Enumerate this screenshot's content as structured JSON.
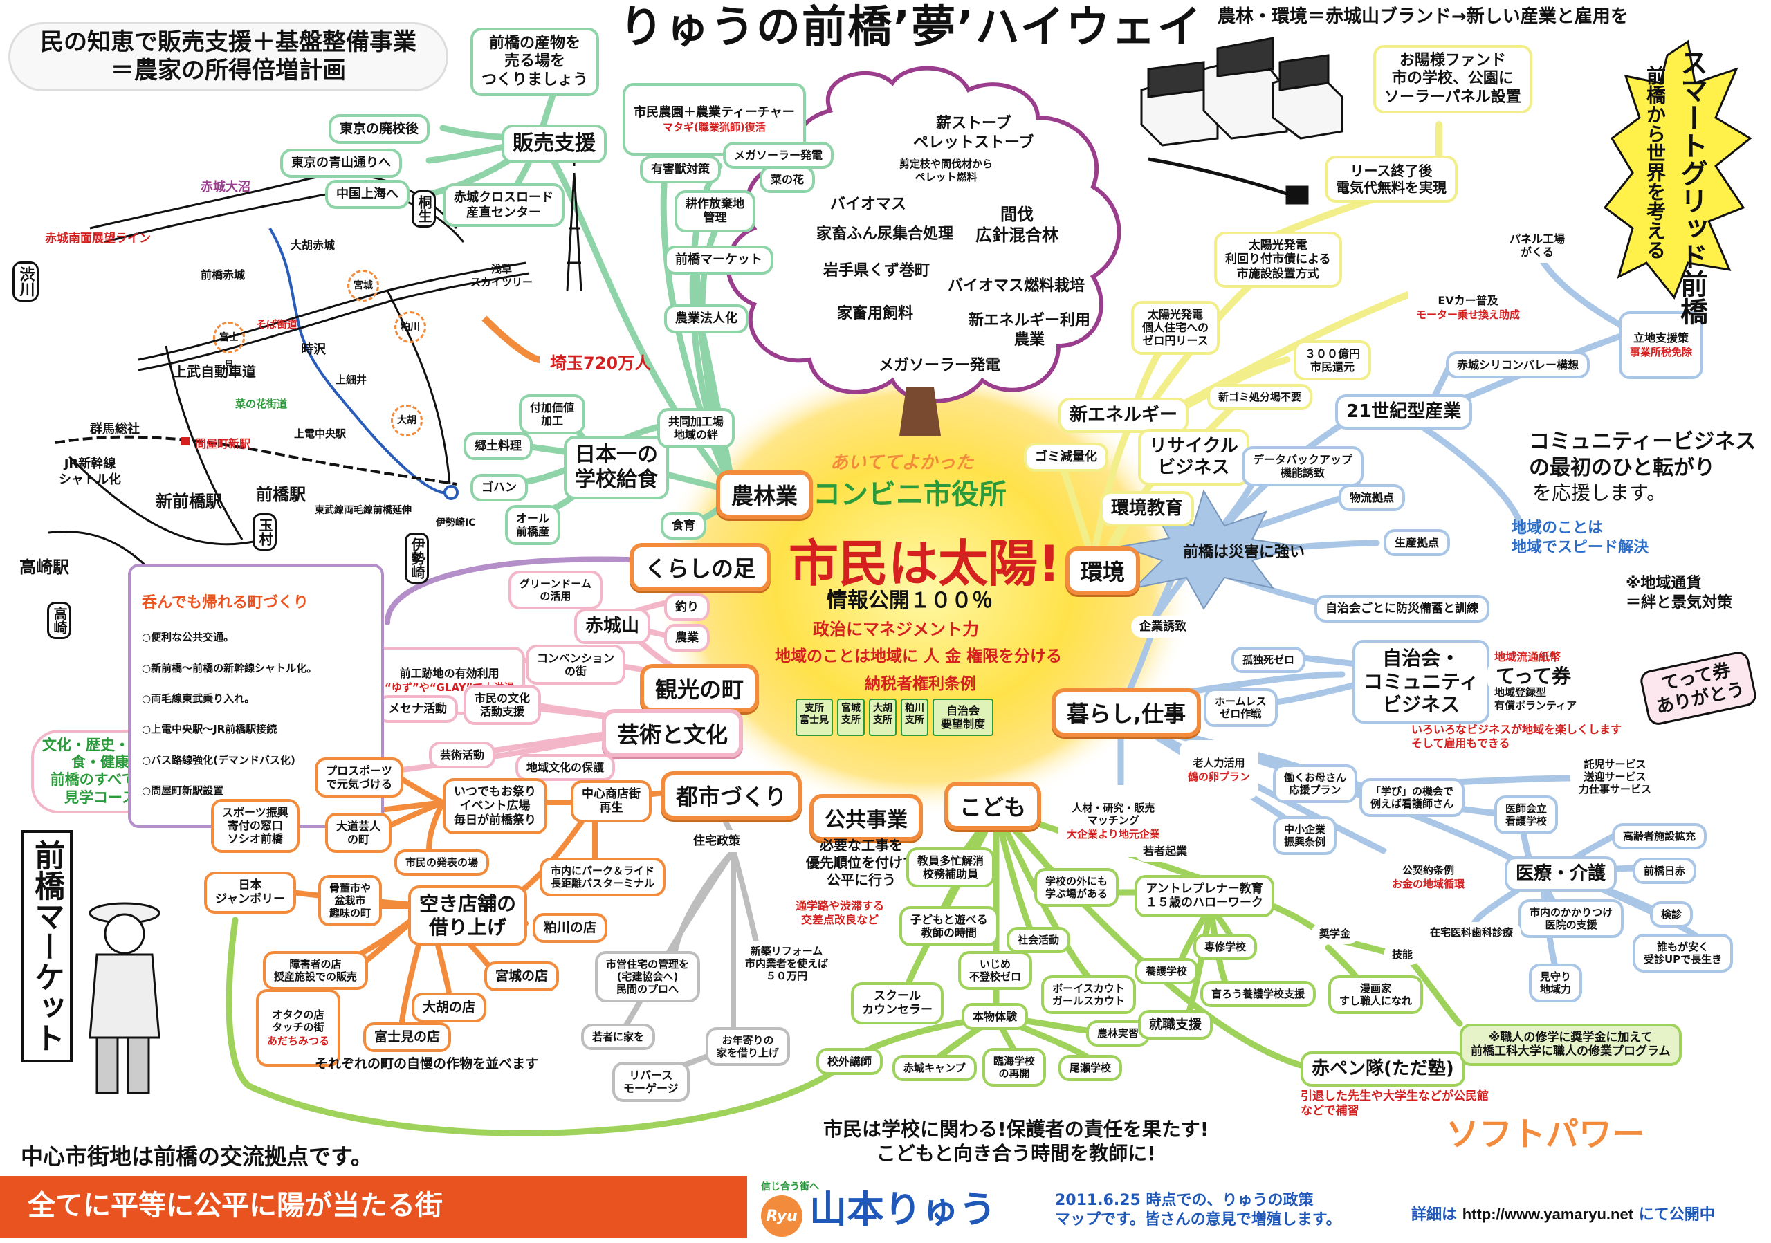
{
  "title": "りゅうの前橋’夢’ハイウェイ",
  "top_right_header": "農林・環境＝赤城山ブランド→新しい産業と雇用を",
  "top_left_box": "民の知恵で販売支援＋基盤整備事業\n＝農家の所得倍増計画",
  "center": {
    "line1": "あいててよかった",
    "line2": "コンビニ市役所",
    "main": "市民は太陽!",
    "sub1": "情報公開１００％",
    "sub2": "政治にマネジメント力",
    "sub3": "地域のことは地域に 人 金 権限を分ける",
    "sub4": "納税者権利条例",
    "branches": [
      "支所\n富士見",
      "宮城\n支所",
      "大胡\n支所",
      "粕川\n支所",
      "自治会\n要望制度"
    ]
  },
  "hubs": {
    "agri": "農林業",
    "kurashi": "くらしの足",
    "kanko": "観光の町",
    "geijutsu": "芸術と文化",
    "toshi": "都市づくり",
    "koukyo": "公共事業",
    "kodomo": "こども",
    "kurashi_shigoto": "暮らし,仕事",
    "kankyo": "環境",
    "hanbai": "販売支援",
    "kyushoku": "日本一の\n学校給食",
    "seiki21": "21世紀型産業",
    "jichikai": "自治会・\nコミュニティ\nビジネス",
    "tette": "てって券",
    "iryo": "医療・介護",
    "akapen": "赤ペン隊(ただ塾)",
    "shinene": "新エネルギー",
    "recycle": "リサイクル\nビジネス",
    "kankyo_kyoiku": "環境教育",
    "akagiyama": "赤城山",
    "akiten": "空き店舗の\n借り上げ"
  },
  "cloud_items": [
    "薪ストーブ\nペレットストーブ",
    "剪定枝や間伐材から\nペレット燃料",
    "バイオマス",
    "家畜ふん尿集合処理",
    "間伐\n広針混合林",
    "岩手県くず巻町",
    "バイオマス燃料栽培",
    "家畜用飼料",
    "新エネルギー利用\n農業",
    "メガソーラー発電"
  ],
  "nodes": {
    "sanbutsu": "前橋の産物を\n売る場を\nつくりましょう",
    "haikou": "東京の廃校後",
    "aoyama": "東京の青山通りへ",
    "shanghai": "中国上海へ",
    "crossroad": "赤城クロスロード\n産直センター",
    "shimin_nouen": "市民農園＋農業ティーチャー",
    "matagi": "マタギ(職業猟師)復活",
    "yugai": "有害獣対策",
    "megasolar_hana": "メガソーラー発電",
    "nanohana": "菜の花",
    "kousaku": "耕作放棄地\n管理",
    "maebashi_market": "前橋マーケット",
    "nougyo_houjin": "農業法人化",
    "fuka": "付加価値\n加工",
    "kyodo": "共同加工場\n地域の絆",
    "kyodo_ryori": "郷土料理",
    "gohan": "ゴハン",
    "all_maebashi": "オール\n前橋産",
    "shokuiku": "食育",
    "green_dome": "グリーンドーム\nの活用",
    "tsuri": "釣り",
    "nougyo": "農業",
    "convention": "コンベンション\nの街",
    "mae_kouji": "前工跡地の有効利用",
    "mae_kouji_sub": "“ゆず”や“GLAY”で大洪湯",
    "mecenat": "メセナ活動",
    "bunka_shien": "市民の文化\n活動支援",
    "geijutsu_katsudo": "芸術活動",
    "chiiki_bunka": "地域文化の保護",
    "bunka_rekishi": "文化・歴史・環境\n食・健康\n前橋のすべてが\n見学コース",
    "pro_sports": "プロスポーツ\nで元気づける",
    "itsumo_matsuri": "いつでもお祭り\nイベント広場\n毎日が前橋祭り",
    "chushin_shotengai": "中心商店街\n再生",
    "sports_kifu": "スポーツ振興\n寄付の窓口\nソシオ前橋",
    "daidou": "大道芸人\nの町",
    "hatsubyou": "市民の発表の場",
    "park_ride": "市内にパーク＆ライド\n長距離バスターミナル",
    "jamboree": "日本\nジャンボリー",
    "kottou": "骨董市や\n盆栽市\n趣味の町",
    "shougai": "障害者の店\n授産施設での販売",
    "otaku": "オタクの店\nタッチの街",
    "atachimitsuru": "あだちみつる",
    "kasukawa_ten": "粕川の店",
    "miyagi_ten": "宮城の店",
    "ogo_ten": "大胡の店",
    "fujimi_ten": "富士見の店",
    "jiman": "それぞれの町の自慢の作物を並べます",
    "jutaku": "住宅政策",
    "shiei_kanri": "市営住宅の管理を\n(宅建協会へ)\n民間のプロへ",
    "reform": "新築リフォーム\n市内業者を使えば\n５０万円",
    "wakamono_ie": "若者に家を",
    "otoshiyori": "お年寄りの\n家を借り上げ",
    "reverse": "リバース\nモーゲージ",
    "hitsuyo": "必要な工事を\n優先順位を付けて\n公平に行う",
    "tsugakuro": "通学路や渋滞する\n交差点改良など",
    "kyoin": "教員多忙解消\n校務補助員",
    "kodomo_asobu": "子どもと遊べる\n教師の時間",
    "shakai": "社会活動",
    "ijime": "いじめ\n不登校ゼロ",
    "school_counselor": "スクール\nカウンセラー",
    "boyscout": "ボーイスカウト\nガールスカウト",
    "honmono": "本物体験",
    "nourin_jisshu": "農林実習",
    "kogai": "校外講師",
    "akagi_camp": "赤城キャンプ",
    "rinkai": "臨海学校\nの再開",
    "oze": "尾瀬学校",
    "gakko_soto": "学校の外にも\n学ぶ場がある",
    "entre": "アントレプレナー教育\n１５歳のハローワーク",
    "jinzai": "人材・研究・販売\nマッチング",
    "daikigyo": "大企業より地元企業",
    "wakamono_kigyo": "若者起業",
    "senmon": "専修学校",
    "shogakukin": "奨学金",
    "gino": "技能",
    "yogo": "養護学校",
    "mouro": "盲ろう養護学校支援",
    "shushoku": "就職支援",
    "manga": "漫画家\nすし職人になれ",
    "shokunin": "※職人の修学に奨学金に加えて\n前橋工科大学に職人の修業プログラム",
    "akapen_sub": "引退した先生や大学生などが公民館\nなどで補習",
    "shimin_gakko": "市民は学校に関わる!保護者の責任を果たす!\nこどもと向き合う時間を教師に!",
    "soft_power": "ソフトパワー",
    "kigyo_yuchi": "企業誘致",
    "koritsu": "孤独死ゼロ",
    "homeless": "ホームレス\nゼロ作戦",
    "rojin": "老人力活用",
    "kogai_plan": "鶴の卵プラン",
    "hataraku": "働くお母さん\n応援プラン",
    "manabi": "「学び」の機会で\n例えば看護師さん",
    "chusho": "中小企業\n振興条例",
    "kokeiyaku": "公契約条例",
    "okane_junkan": "お金の地域循環",
    "chiiki_tsuka_title": "地域流通紙幣",
    "chiiki_tsuka_sub": "地域登録型\n有償ボランティア",
    "iroiro": "いろいろなビジネスが地域を楽しくします\nそして雇用もできる",
    "takuji": "託児サービス\n送迎サービス\n力仕事サービス",
    "ishikai": "医師会立\n看護学校",
    "koureisha": "高齢者施設拡充",
    "maebashi_sekijuji": "前橋日赤",
    "kakaritsuke": "市内のかかりつけ\n医院の支援",
    "kenshin": "検診",
    "zaitaku": "在宅医科歯科診療",
    "dare_demo": "誰もが安く\n受診UPで長生き",
    "mimamori": "見守り\n地域力",
    "bousai": "前橋は災害に強い",
    "jichikai_bousai": "自治会ごとに防災備蓄と訓練",
    "seisan": "生産拠点",
    "butsuryu": "物流拠点",
    "databackup": "データバックアップ\n機能誘致",
    "akagi_silicon": "赤城シリコンバレー構想",
    "ricchi": "立地支援策",
    "jigyosho": "事業所税免除",
    "panel": "パネル工場\nがくる",
    "ev": "EVカー普及",
    "motor": "モーター乗せ換え助成",
    "sanbyaku": "３００億円\n市民還元",
    "gomi_zero": "新ゴミ処分場不要",
    "gomi_genryo": "ゴミ減量化",
    "taiyo_kobetsu": "太陽光発電\n個人住宅への\nゼロ円リース",
    "taiyo_riyou": "太陽光発電\n利回り付市債による\n市施設設置方式",
    "lease_end": "リース終了後\n電気代無料を実現",
    "ohisama": "お陽様ファンド\n市の学校、公園に\nソーラーパネル設置",
    "smartgrid_title": "スマートグリッド前橋",
    "smartgrid_sub": "前橋から世界を考える",
    "community_biz": "コミュニティービジネス\nの最初のひと転がり",
    "community_biz_sub": "を応援します。",
    "chiiki_speed": "地域のことは\n地域でスピード解決",
    "chiiki_tsuka_note": "※地域通貨\n＝絆と景気対策",
    "tettaken_hand": "てって券\nありがとう",
    "nondemo": "呑んでも帰れる町づくり",
    "nondemo_list": [
      "○便利な公共交通。",
      "○新前橋～前橋の新幹線シャトル化。",
      "○両毛線東武乗り入れ。",
      "○上電中央駅～JR前橋駅接続",
      "○バス路線強化(デマンドバス化)",
      "○問屋町新駅設置"
    ],
    "chushin_msg": "中心市街地は前橋の交流拠点です。",
    "bottom_banner": "全てに平等に公平に陽が当たる街",
    "logo_tag": "信じ合う街へ",
    "logo_ryu": "Ryu",
    "logo_name": "山本りゅう",
    "footer_note": "2011.6.25 時点での、りゅうの政策\nマップです。皆さんの意見で増殖します。",
    "footer_url_pre": "詳細は",
    "footer_url": "http://www.yamaryu.net",
    "footer_url_post": "にて公開中",
    "market_banner": "前橋マーケット",
    "saitama": "埼玉720万人"
  },
  "map_labels": [
    "赤城大沼",
    "桐生",
    "赤城南面展望ライン",
    "大胡赤城",
    "渋川",
    "前橋赤城",
    "宮城",
    "浅草\nスカイツリー",
    "富士見",
    "そば街道",
    "粕川",
    "時沢",
    "上武自動車道",
    "上細井",
    "菜の花街道",
    "群馬総社",
    "問屋町新駅",
    "上電中央駅",
    "大胡",
    "JR新幹線\nシャトル化",
    "新前橋駅",
    "前橋駅",
    "東武線両毛線前橋延伸",
    "伊勢崎IC",
    "玉村",
    "伊勢崎",
    "高崎駅",
    "高崎"
  ],
  "colors": {
    "orange": "#f28c3c",
    "mint": "#8fd3a8",
    "violet": "#b48ec8",
    "pink": "#f2b6c8",
    "blue": "#a9c6e6",
    "yellow": "#f2ee8a",
    "lime": "#9ed25a",
    "gray": "#bdbdbd",
    "red": "#d52020",
    "banner": "#e8531f",
    "sun": "#ffd63a"
  }
}
